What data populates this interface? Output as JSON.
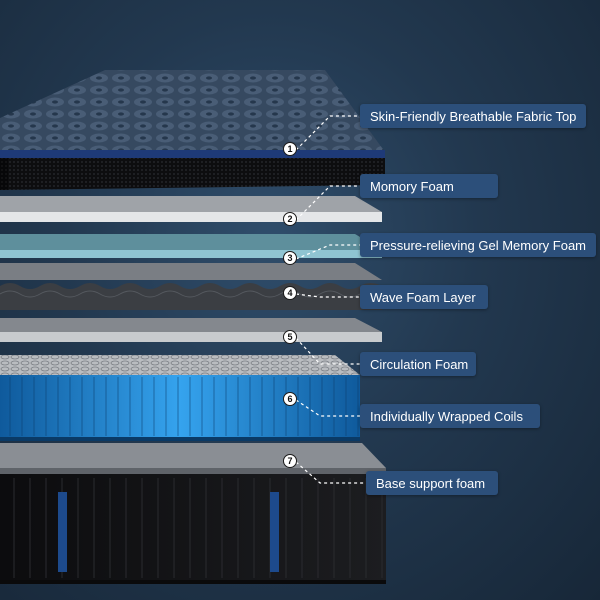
{
  "layers": [
    {
      "number": "1",
      "label": "Skin-Friendly Breathable Fabric Top"
    },
    {
      "number": "2",
      "label": "Momory Foam"
    },
    {
      "number": "3",
      "label": "Pressure-relieving Gel Memory Foam"
    },
    {
      "number": "4",
      "label": "Wave Foam Layer"
    },
    {
      "number": "5",
      "label": "Circulation Foam"
    },
    {
      "number": "6",
      "label": "Individually Wrapped Coils"
    },
    {
      "number": "7",
      "label": "Base support foam"
    }
  ],
  "colors": {
    "background": "#22384f",
    "callout": "#2c4f7a",
    "coil_blue": "#1e88d8",
    "gel_teal": "#6aaab9",
    "foam_gray": "#8c8f94",
    "base_black": "#141414"
  }
}
